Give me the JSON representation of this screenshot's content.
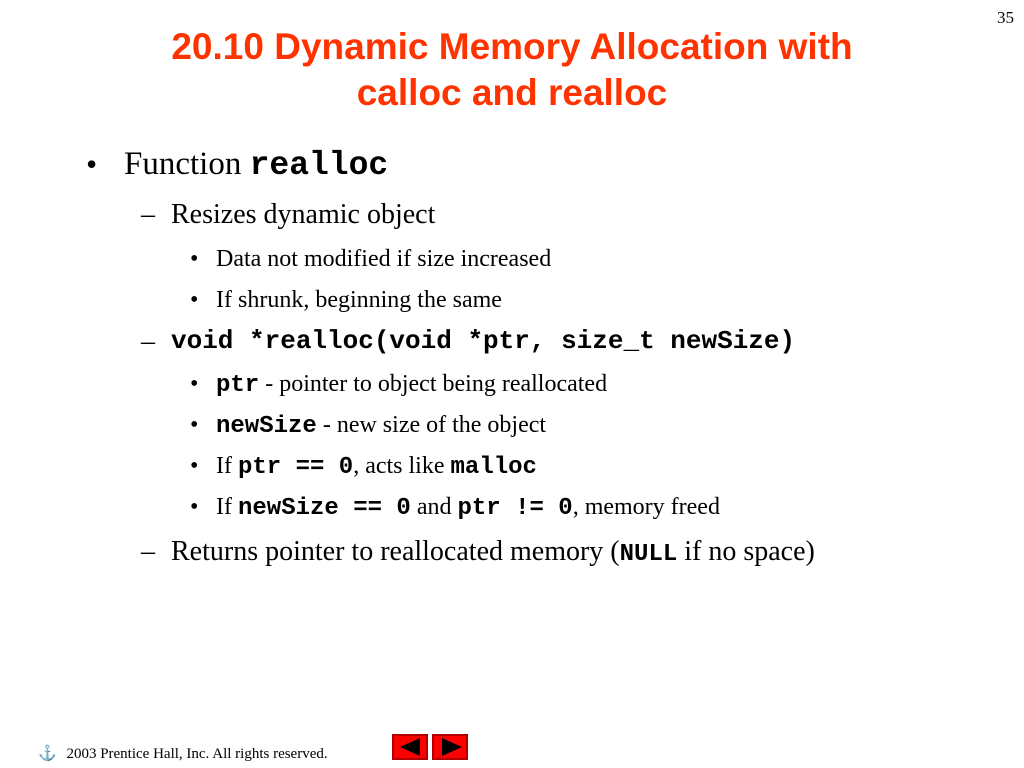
{
  "page_number": "35",
  "title": {
    "line1": "20.10  Dynamic Memory Allocation with",
    "line2": "calloc and realloc"
  },
  "bullets": {
    "b1": {
      "marker": "•",
      "text": "Function ",
      "code": "realloc"
    },
    "s1": {
      "marker": "–",
      "text": "Resizes dynamic object"
    },
    "s1a": {
      "marker": "•",
      "text": "Data not modified if size increased"
    },
    "s1b": {
      "marker": "•",
      "text": "If shrunk, beginning the same"
    },
    "s2": {
      "marker": "–",
      "code": "void *realloc(void *ptr, size_t newSize)"
    },
    "s2a": {
      "marker": "•",
      "code": "ptr",
      "text": " - pointer to object being reallocated"
    },
    "s2b": {
      "marker": "•",
      "code": "newSize",
      "text": " - new size of the object"
    },
    "s2c": {
      "marker": "•",
      "text1": "If ",
      "code1": "ptr == 0",
      "text2": ", acts like ",
      "code2": "malloc"
    },
    "s2d": {
      "marker": "•",
      "text1": "If ",
      "code1": "newSize == 0",
      "text2": " and ",
      "code2": "ptr != 0",
      "text3": ", memory freed"
    },
    "s3": {
      "marker": "–",
      "text1": "Returns pointer to reallocated memory (",
      "code1": "NULL",
      "text2": " if no space)"
    }
  },
  "footer": {
    "icon": "anchor-icon",
    "text": " 2003 Prentice Hall, Inc.  All rights reserved."
  },
  "nav": {
    "prev_icon": "arrow-left-icon",
    "next_icon": "arrow-right-icon",
    "color": "#ff0000"
  },
  "colors": {
    "title": "#ff3300",
    "text": "#000000",
    "background": "#ffffff"
  }
}
